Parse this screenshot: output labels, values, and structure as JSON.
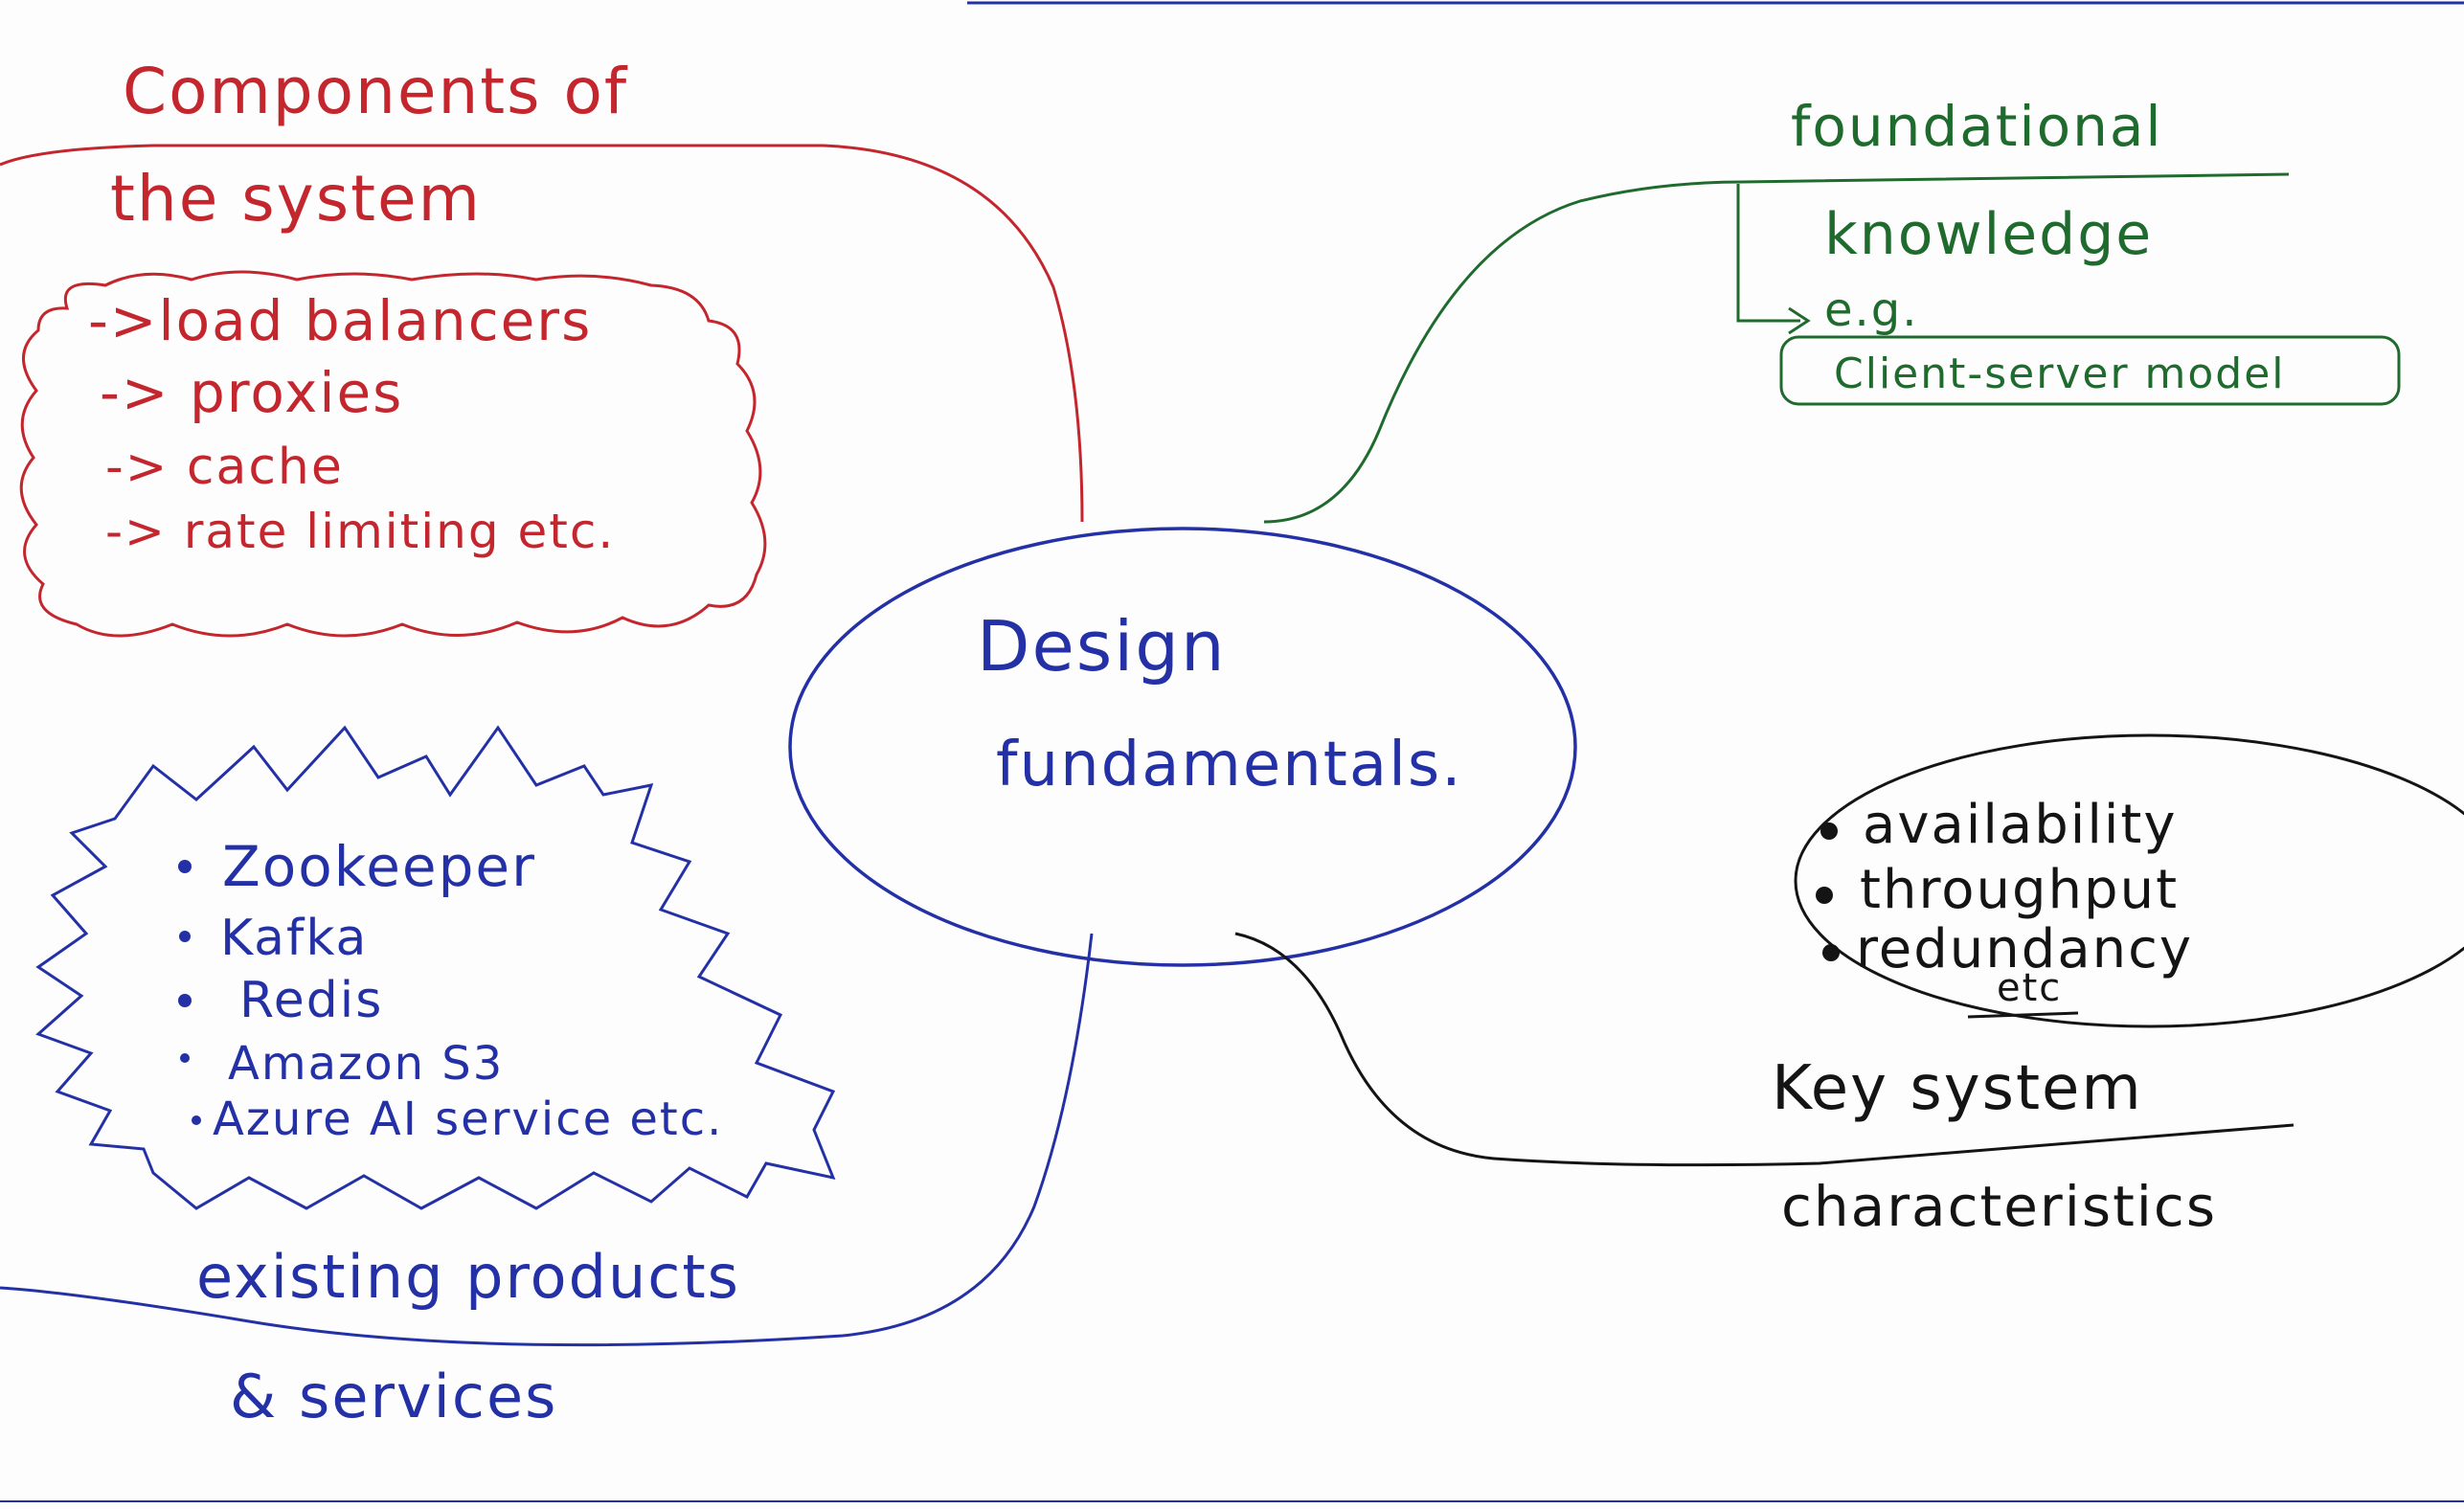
{
  "colors": {
    "red": "#c4262e",
    "blue": "#2431a6",
    "green": "#1f6b2e",
    "black": "#141414"
  },
  "center": {
    "line1": "Design",
    "line2": "fundamentals."
  },
  "components": {
    "title_line1": "Components of",
    "title_line2": "the system",
    "items": [
      "->load balancers",
      "-> proxies",
      "-> cache",
      "-> rate limiting etc."
    ]
  },
  "foundational": {
    "title_line1": "foundational",
    "title_line2": "knowledge",
    "eg": "e.g.",
    "example": "Client-server model"
  },
  "products": {
    "items": [
      "Zookeeper",
      "Kafka",
      "Redis",
      "Amazon S3",
      "Azure AI service etc."
    ],
    "title_line1": "existing products",
    "title_line2": "& services"
  },
  "characteristics": {
    "items": [
      "availability",
      "throughput",
      "redundancy"
    ],
    "etc": "etc",
    "title_line1": "Key system",
    "title_line2": "characteristics"
  }
}
